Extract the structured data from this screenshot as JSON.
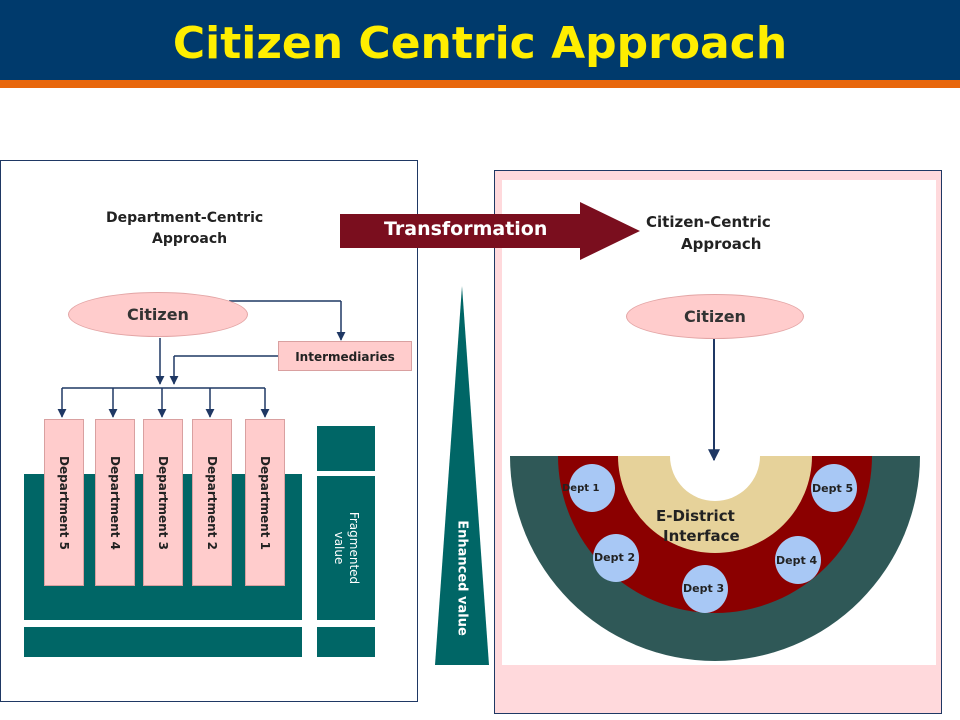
{
  "title": "Citizen Centric Approach",
  "left": {
    "heading_line1": "Department-Centric",
    "heading_line2": "Approach",
    "citizen": "Citizen",
    "intermediaries": "Intermediaries",
    "departments": [
      "Department 5",
      "Department 4",
      "Department 3",
      "Department 2",
      "Department 1"
    ],
    "fragmented_line1": "Fragmented",
    "fragmented_line2": "value"
  },
  "transformation": "Transformation",
  "enhanced_value": "Enhanced value",
  "right": {
    "heading_line1": "Citizen-Centric",
    "heading_line2": "Approach",
    "citizen": "Citizen",
    "interface_line1": "E-District",
    "interface_line2": "Interface",
    "depts": {
      "d1": "Dept 1",
      "d2": "Dept 2",
      "d3": "Dept 3",
      "d4": "Dept 4",
      "d5": "Dept 5"
    }
  },
  "colors": {
    "header_bg": "#003a6c",
    "header_stripe": "#e8670c",
    "title": "#ffee00",
    "teal": "#006666",
    "pink": "#ffcccc",
    "maroon": "#8b0000",
    "transformation_arrow": "#7a0e1e",
    "outer_ring": "#2f5857",
    "inner_ring": "#e6d29a",
    "dept_circle": "#a8c8f5"
  }
}
